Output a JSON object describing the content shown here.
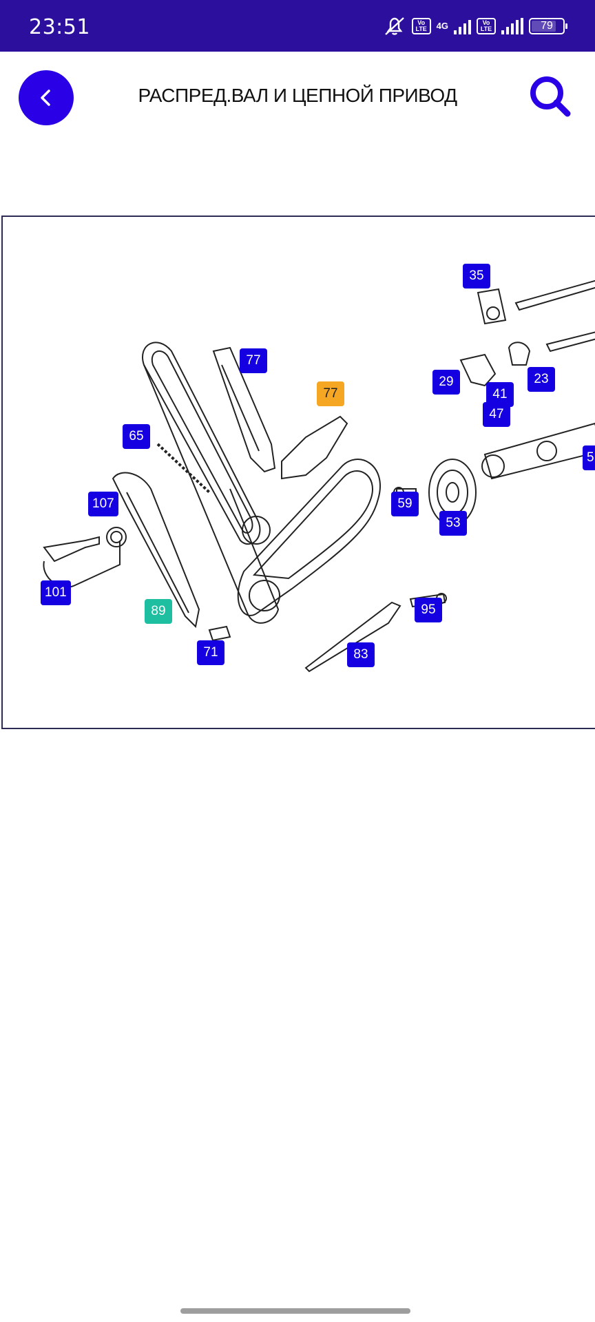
{
  "status_bar": {
    "time": "23:51",
    "network": "4G",
    "volte_label_1": "Vo",
    "volte_label_2": "LTE",
    "battery": "79",
    "battery_level": 0.79
  },
  "header": {
    "title": "РАСПРЕД.ВАЛ И ЦЕПНОЙ ПРИВОД",
    "back_icon": "chevron-left-icon",
    "search_icon": "search-icon"
  },
  "colors": {
    "status_bar": "#2d0f9e",
    "accent": "#2a00e6",
    "callout_default": "#1400e0",
    "callout_selected": "#f5a623",
    "callout_highlight": "#1ebfa0"
  },
  "callouts": [
    {
      "label": "35",
      "state": "default"
    },
    {
      "label": "77",
      "state": "default"
    },
    {
      "label": "77",
      "state": "selected"
    },
    {
      "label": "29",
      "state": "default"
    },
    {
      "label": "23",
      "state": "default"
    },
    {
      "label": "41",
      "state": "default"
    },
    {
      "label": "47",
      "state": "default"
    },
    {
      "label": "65",
      "state": "default"
    },
    {
      "label": "5",
      "state": "default"
    },
    {
      "label": "107",
      "state": "default"
    },
    {
      "label": "59",
      "state": "default"
    },
    {
      "label": "53",
      "state": "default"
    },
    {
      "label": "101",
      "state": "default"
    },
    {
      "label": "89",
      "state": "highlight"
    },
    {
      "label": "95",
      "state": "default"
    },
    {
      "label": "71",
      "state": "default"
    },
    {
      "label": "83",
      "state": "default"
    }
  ]
}
